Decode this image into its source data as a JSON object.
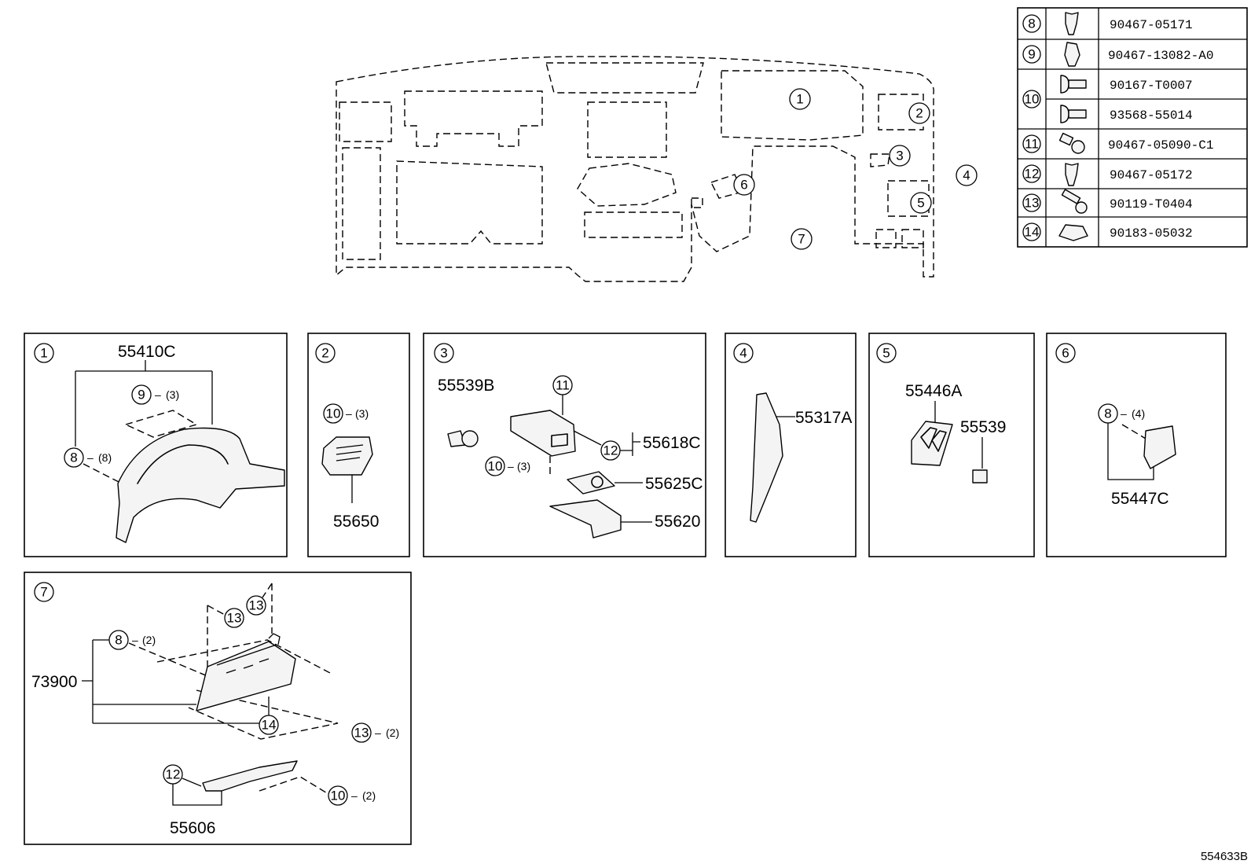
{
  "fasteners": [
    {
      "ref": "8",
      "numbers": [
        "90467-05171"
      ]
    },
    {
      "ref": "9",
      "numbers": [
        "90467-13082-A0"
      ]
    },
    {
      "ref": "10",
      "numbers": [
        "90167-T0007",
        "93568-55014"
      ]
    },
    {
      "ref": "11",
      "numbers": [
        "90467-05090-C1"
      ]
    },
    {
      "ref": "12",
      "numbers": [
        "90467-05172"
      ]
    },
    {
      "ref": "13",
      "numbers": [
        "90119-T0404"
      ]
    },
    {
      "ref": "14",
      "numbers": [
        "90183-05032"
      ]
    }
  ],
  "overview": {
    "callouts": [
      "1",
      "2",
      "3",
      "4",
      "5",
      "6",
      "7"
    ]
  },
  "panels": {
    "p1": {
      "ref": "1",
      "parts": [
        "55410C"
      ],
      "fasteners": [
        {
          "ref": "9",
          "qty": "(3)"
        },
        {
          "ref": "8",
          "qty": "(8)"
        }
      ]
    },
    "p2": {
      "ref": "2",
      "parts": [
        "55650"
      ],
      "fasteners": [
        {
          "ref": "10",
          "qty": "(3)"
        }
      ]
    },
    "p3": {
      "ref": "3",
      "parts": [
        "55539B",
        "55618C",
        "55625C",
        "55620"
      ],
      "fasteners": [
        {
          "ref": "11",
          "qty": ""
        },
        {
          "ref": "12",
          "qty": ""
        },
        {
          "ref": "10",
          "qty": "(3)"
        }
      ]
    },
    "p4": {
      "ref": "4",
      "parts": [
        "55317A"
      ]
    },
    "p5": {
      "ref": "5",
      "parts": [
        "55446A",
        "55539"
      ]
    },
    "p6": {
      "ref": "6",
      "parts": [
        "55447C"
      ],
      "fasteners": [
        {
          "ref": "8",
          "qty": "(4)"
        }
      ]
    },
    "p7": {
      "ref": "7",
      "parts": [
        "73900",
        "55606"
      ],
      "fasteners": [
        {
          "ref": "13",
          "qty": ""
        },
        {
          "ref": "13",
          "qty": ""
        },
        {
          "ref": "8",
          "qty": "(2)"
        },
        {
          "ref": "14",
          "qty": ""
        },
        {
          "ref": "13",
          "qty": "(2)"
        },
        {
          "ref": "12",
          "qty": ""
        },
        {
          "ref": "10",
          "qty": "(2)"
        }
      ]
    }
  },
  "diagram_code": "554633B"
}
